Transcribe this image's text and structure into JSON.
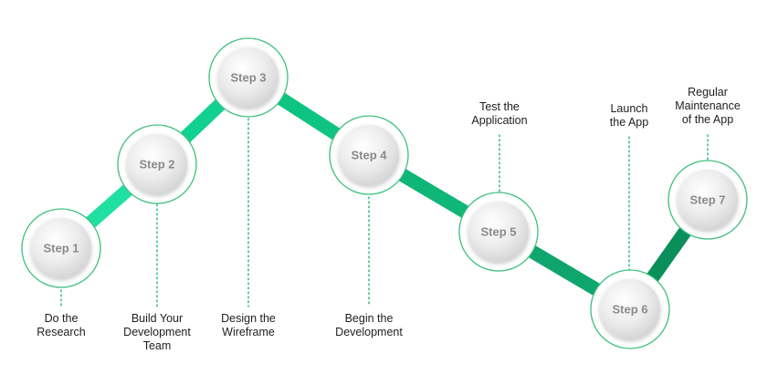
{
  "steps": [
    {
      "label": "Step 1",
      "description": [
        "Do the",
        "Research"
      ]
    },
    {
      "label": "Step 2",
      "description": [
        "Build Your",
        "Development",
        "Team"
      ]
    },
    {
      "label": "Step 3",
      "description": [
        "Design the",
        "Wireframe"
      ]
    },
    {
      "label": "Step 4",
      "description": [
        "Begin the",
        "Development"
      ]
    },
    {
      "label": "Step 5",
      "description": [
        "Test the",
        "Application"
      ]
    },
    {
      "label": "Step 6",
      "description": [
        "Launch",
        "the App"
      ]
    },
    {
      "label": "Step 7",
      "description": [
        "Regular",
        "Maintenance",
        "of the App"
      ]
    }
  ],
  "colors": {
    "segments": [
      "#1fe0a0",
      "#12d190",
      "#0fc483",
      "#10b678",
      "#0ea66d",
      "#0a8f5b"
    ],
    "ring": "#3dbf7e",
    "label_text": "#8a8a8a",
    "description_text": "#1e1e1e",
    "connector_dots": "#3dbf7e"
  }
}
